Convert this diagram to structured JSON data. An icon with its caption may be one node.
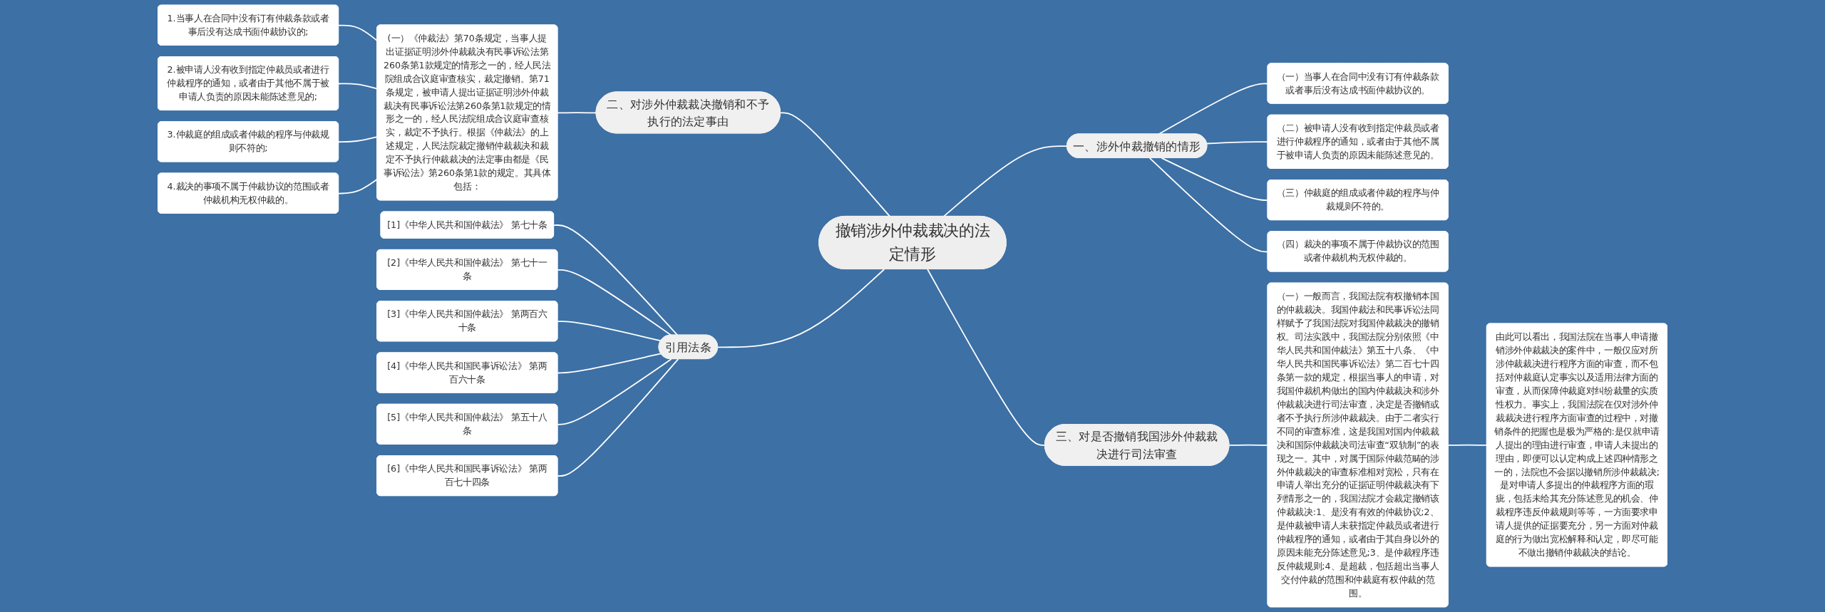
{
  "diagram": {
    "nodes": [
      {
        "text": [
          "撤销涉外仲裁裁决的法定情形"
        ]
      },
      {
        "text": [
          "一、涉外仲裁撤销的情形"
        ]
      },
      {
        "text": [
          "（一）当事人在合同中没有订有仲裁条款或者事后没有达成书面仲裁协议的。"
        ]
      },
      {
        "text": [
          "（二）被申请人没有收到指定仲裁员或者进行仲裁程序的通知，或者由于其他不属于被申请人负责的原因未能陈述意见的。"
        ]
      },
      {
        "text": [
          "（三）仲裁庭的组成或者仲裁的程序与仲裁规则不符的。"
        ]
      },
      {
        "text": [
          "（四）裁决的事项不属于仲裁协议的范围或者仲裁机构无权仲裁的。"
        ]
      },
      {
        "text": [
          "二、对涉外仲裁裁决撤销和不予执行的法定事由"
        ]
      },
      {
        "text": [
          "(一）《仲裁法》第70条规定，当事人提出证据证明涉外仲裁裁决有民事诉讼法第260条第1款规定的情形之一的，经人民法院组成合议庭审查核实，裁定撤销。第71条规定，被申请人提出证据证明涉外仲裁裁决有民事诉讼法第260条第1款规定的情形之一的，经人民法院组成合议庭审查核实，裁定不予执行。根据《仲裁法》的上述规定，人民法院裁定撤销仲裁裁决和裁定不予执行仲裁裁决的法定事由都是《民事诉讼法》第260条第1款的规定。其具体包括："
        ]
      },
      {
        "text": [
          "1.当事人在合同中没有订有仲裁条款或者事后没有达成书面仲裁协议的;"
        ]
      },
      {
        "text": [
          "2.被申请人没有收到指定仲裁员或者进行仲裁程序的通知，或者由于其他不属于被申请人负责的原因未能陈述意见的;"
        ]
      },
      {
        "text": [
          "3.仲裁庭的组成或者仲裁的程序与仲裁规则不符的;"
        ]
      },
      {
        "text": [
          "4.裁决的事项不属于仲裁协议的范围或者仲裁机构无权仲裁的。"
        ]
      },
      {
        "text": [
          "三、对是否撤销我国涉外仲裁裁决进行司法审查"
        ]
      },
      {
        "text": [
          "（一）一般而言，我国法院有权撤销本国的仲裁裁决。我国仲裁法和民事诉讼法同样赋予了我国法院对我国仲裁裁决的撤销权。司法实践中，我国法院分别依照《中华人民共和国仲裁法》第五十八条、《中华人民共和国民事诉讼法》第二百七十四条第一款的规定，根据当事人的申请，对我国仲裁机构做出的国内仲裁裁决和涉外仲裁裁决进行司法审查，决定是否撤销或者不予执行所涉仲裁裁决。由于二者实行不同的审查标准，这是我国对国内仲裁裁决和国际仲裁裁决司法审查“双轨制”的表现之一。其中，对属于国际仲裁范畴的涉外仲裁裁决的审查标准相对宽松，只有在申请人举出充分的证据证明仲裁裁决有下列情形之一的，我国法院才会裁定撤销该仲裁裁决:1、是没有有效的仲裁协议;2、是仲裁被申请人未获指定仲裁员或者进行仲裁程序的通知，或者由于其自身以外的原因未能充分陈述意见;3、是仲裁程序违反仲裁规则;4、是超裁，包括超出当事人交付仲裁的范围和仲裁庭有权仲裁的范围。"
        ]
      },
      {
        "text": [
          "由此可以看出，我国法院在当事人申请撤销涉外仲裁裁决的案件中，一般仅应对所涉仲裁裁决进行程序方面的审查，而不包括对仲裁庭认定事实以及适用法律方面的审查，从而保障仲裁庭对纠纷裁量的实质性权力。事实上，我国法院在仅对涉外仲裁裁决进行程序方面审查的过程中，对撤销条件的把握也是极为严格的:是仅就申请人提出的理由进行审查，申请人未提出的理由，即便可以认定构成上述四种情形之一的，法院也不会据以撤销所涉仲裁裁决;是对申请人多提出的仲裁程序方面的瑕疵，包括未给其充分陈述意见的机会、仲裁程序违反仲裁规则等等，一方面要求申请人提供的证据要充分，另一方面对仲裁庭的行为做出宽松解释和认定，即尽可能不做出撤销仲裁裁决的结论。"
        ]
      },
      {
        "text": [
          "引用法条"
        ]
      },
      {
        "text": [
          "[1]《中华人民共和国仲裁法》 第七十条"
        ]
      },
      {
        "text": [
          "[2]《中华人民共和国仲裁法》 第七十一条"
        ]
      },
      {
        "text": [
          "[3]《中华人民共和国仲裁法》 第两百六十条"
        ]
      },
      {
        "text": [
          "[4]《中华人民共和国民事诉讼法》 第两百六十条"
        ]
      },
      {
        "text": [
          "[5]《中华人民共和国仲裁法》 第五十八条"
        ]
      },
      {
        "text": [
          "[6]《中华人民共和国民事诉讼法》 第两百七十四条"
        ]
      }
    ],
    "edges": [
      {
        "from": 0,
        "to": 1,
        "arrow": "none"
      },
      {
        "from": 1,
        "to": 2,
        "arrow": "none"
      },
      {
        "from": 1,
        "to": 3,
        "arrow": "none"
      },
      {
        "from": 1,
        "to": 4,
        "arrow": "none"
      },
      {
        "from": 1,
        "to": 5,
        "arrow": "none"
      },
      {
        "from": 6,
        "to": 0,
        "arrow": "none"
      },
      {
        "from": 7,
        "to": 6,
        "arrow": "none"
      },
      {
        "from": 8,
        "to": 7,
        "arrow": "none"
      },
      {
        "from": 9,
        "to": 7,
        "arrow": "none"
      },
      {
        "from": 10,
        "to": 7,
        "arrow": "none"
      },
      {
        "from": 11,
        "to": 7,
        "arrow": "none"
      },
      {
        "from": 0,
        "to": 12,
        "arrow": "none"
      },
      {
        "from": 12,
        "to": 13,
        "arrow": "none"
      },
      {
        "from": 13,
        "to": 14,
        "arrow": "none"
      },
      {
        "from": 15,
        "to": 0,
        "arrow": "none"
      },
      {
        "from": 16,
        "to": 15,
        "arrow": "none"
      },
      {
        "from": 17,
        "to": 15,
        "arrow": "none"
      },
      {
        "from": 18,
        "to": 15,
        "arrow": "none"
      },
      {
        "from": 19,
        "to": 15,
        "arrow": "none"
      },
      {
        "from": 20,
        "to": 15,
        "arrow": "none"
      },
      {
        "from": 21,
        "to": 15,
        "arrow": "none"
      }
    ]
  }
}
